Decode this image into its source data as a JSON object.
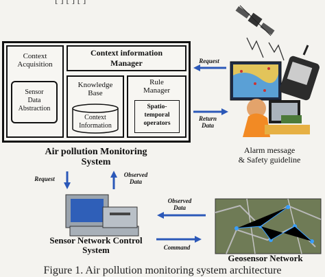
{
  "top_partial_text": "[ ] [ ] [ ]",
  "context_acquisition": {
    "title": "Context\nAcquisition",
    "sensor_box": "Sensor\nData\nAbstraction"
  },
  "context_manager": {
    "title": "Context information\nManager",
    "knowledge_base": "Knowledge\nBase",
    "context_information": "Context\nInformation",
    "rule_manager": "Rule\nManager",
    "spatio": "Spatio-\ntemporal\noperators"
  },
  "system_label": "Air pollution Monitoring\nSystem",
  "alarm_label": "Alarm message\n& Safety guideline",
  "arrows": {
    "request_right": "Request",
    "return_data": "Return\nData",
    "request_down": "Request",
    "observed_up": "Observed\nData",
    "observed_left": "Observed\nData",
    "command": "Command"
  },
  "sensor_control_label": "Sensor Network Control\nSystem",
  "geosensor_label": "Geosensor Network",
  "caption": "Figure 1. Air pollution monitoring system architecture",
  "colors": {
    "arrow": "#2b58b8",
    "border": "#111111"
  }
}
